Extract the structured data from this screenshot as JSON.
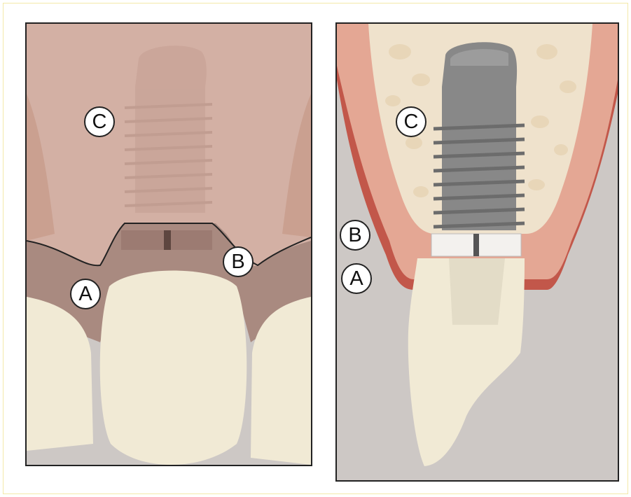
{
  "figure": {
    "left_panel": {
      "labels": {
        "a": "A",
        "b": "B",
        "c": "C"
      }
    },
    "right_panel": {
      "labels": {
        "a": "A",
        "b": "B",
        "c": "C"
      }
    },
    "colors": {
      "background_gray": "#cdc8c5",
      "tooth": "#f1ead5",
      "gingiva_left": "#a98a80",
      "gingiva_right": "#e4a794",
      "gingiva_edge": "#c2574a",
      "bone": "#efe2cc",
      "implant": "#888888",
      "abutment_collar": "#f3f1ee"
    }
  }
}
